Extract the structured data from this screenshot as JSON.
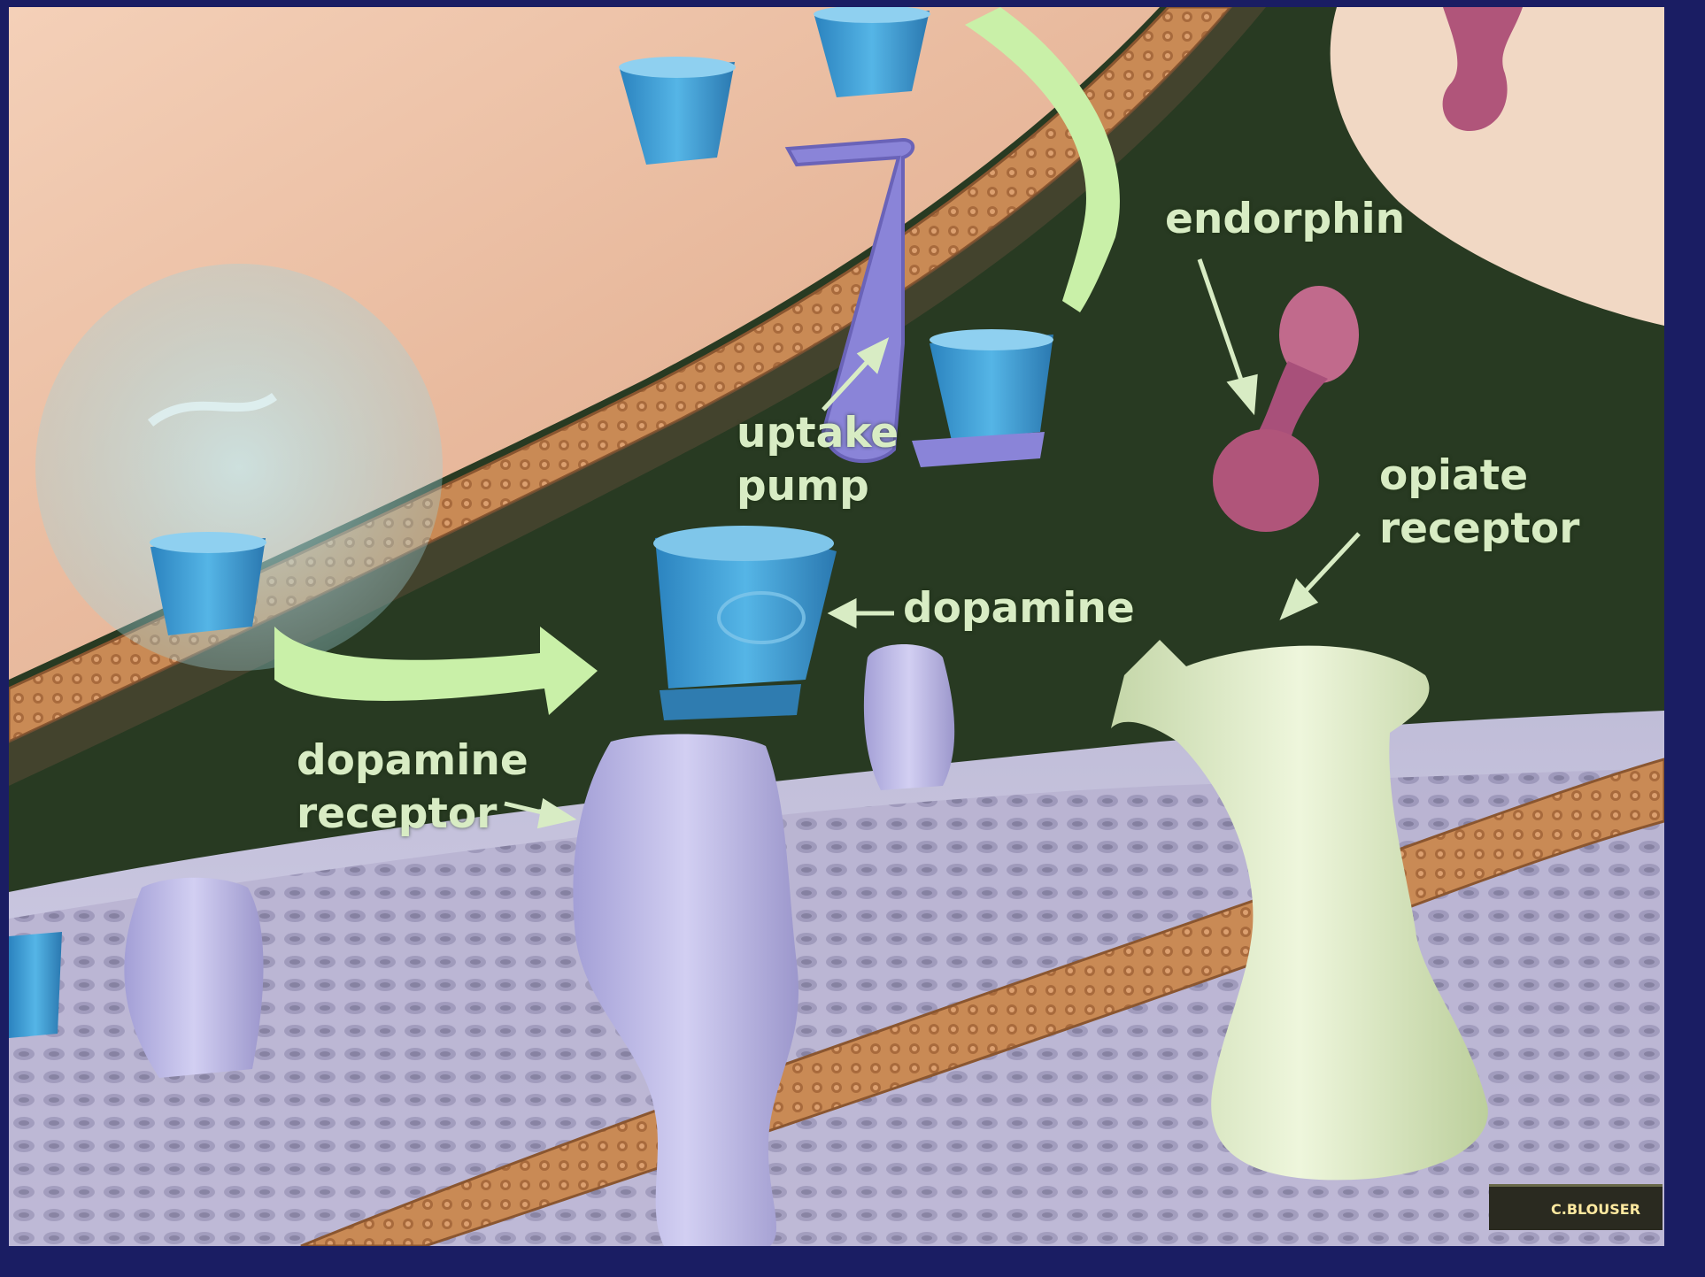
{
  "labels": {
    "endorphin": "endorphin",
    "uptake_pump_line1": "uptake",
    "uptake_pump_line2": "pump",
    "opiate_receptor_line1": "opiate",
    "opiate_receptor_line2": "receptor",
    "dopamine": "dopamine",
    "dopamine_receptor_line1": "dopamine",
    "dopamine_receptor_line2": "receptor"
  },
  "credit": "C.BLOUSER",
  "colors": {
    "background_frame": "#1a1d63",
    "synaptic_cleft": "#283a22",
    "membrane": "#c98a55",
    "dopamine_molecule": "#3a9ad0",
    "dopamine_receptor": "#b9b6e8",
    "opiate_receptor": "#d9e8c2",
    "endorphin": "#b0557a",
    "arrow": "#c9f0a8",
    "label_text": "#d8ecc4"
  }
}
